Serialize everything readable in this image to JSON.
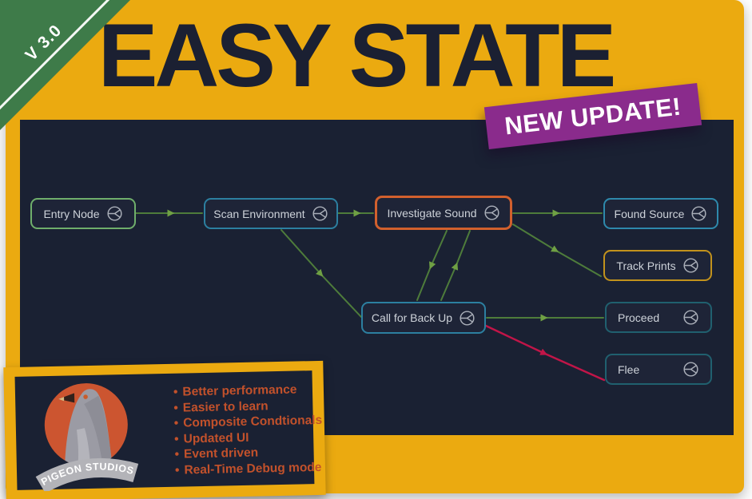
{
  "version_badge": "V 3.0",
  "title": "EASY STATE",
  "update_banner": "NEW UPDATE!",
  "graph": {
    "nodes": [
      {
        "label": "Entry Node",
        "border": "#6FAE6B"
      },
      {
        "label": "Scan Environment",
        "border": "#2C7FA0"
      },
      {
        "label": "Investigate Sound",
        "border": "#D2602D"
      },
      {
        "label": "Found Source",
        "border": "#2E89AC"
      },
      {
        "label": "Track Prints",
        "border": "#C2921C"
      },
      {
        "label": "Call for Back Up",
        "border": "#2C7FA0"
      },
      {
        "label": "Proceed",
        "border": "#20606F"
      },
      {
        "label": "Flee",
        "border": "#20606F"
      }
    ],
    "edges": [
      {
        "from": "Entry Node",
        "to": "Scan Environment",
        "color": "green"
      },
      {
        "from": "Scan Environment",
        "to": "Investigate Sound",
        "color": "green"
      },
      {
        "from": "Scan Environment",
        "to": "Call for Back Up",
        "color": "green"
      },
      {
        "from": "Investigate Sound",
        "to": "Call for Back Up",
        "color": "green"
      },
      {
        "from": "Call for Back Up",
        "to": "Investigate Sound",
        "color": "green"
      },
      {
        "from": "Investigate Sound",
        "to": "Found Source",
        "color": "green"
      },
      {
        "from": "Investigate Sound",
        "to": "Track Prints",
        "color": "green"
      },
      {
        "from": "Call for Back Up",
        "to": "Proceed",
        "color": "green"
      },
      {
        "from": "Call for Back Up",
        "to": "Flee",
        "color": "red"
      }
    ]
  },
  "features": [
    "Better performance",
    "Easier to learn",
    "Composite Condtionals",
    "Updated UI",
    "Event driven",
    "Real-Time Debug mode"
  ],
  "studio": {
    "name": "PIGEON STUDIOS"
  },
  "ui": {
    "bullet": "•"
  },
  "colors": {
    "background_yellow": "#EBAA10",
    "panel_navy": "#1A2133",
    "node_fill": "#1E2437",
    "node_text": "#CDD2D9",
    "title_navy": "#1B2032",
    "ribbon_green": "#3E7B49",
    "banner_purple": "#8A2B8C",
    "edge_green": "#4E7C3B",
    "edge_green_head": "#6FA044",
    "edge_red": "#C11548",
    "edge_red_head": "#C11548",
    "feature_text": "#C2512B",
    "logo_orange": "#CC5530",
    "logo_banner_grey": "#B3B3B8",
    "pigeon_grey": "#9B9BA4"
  }
}
